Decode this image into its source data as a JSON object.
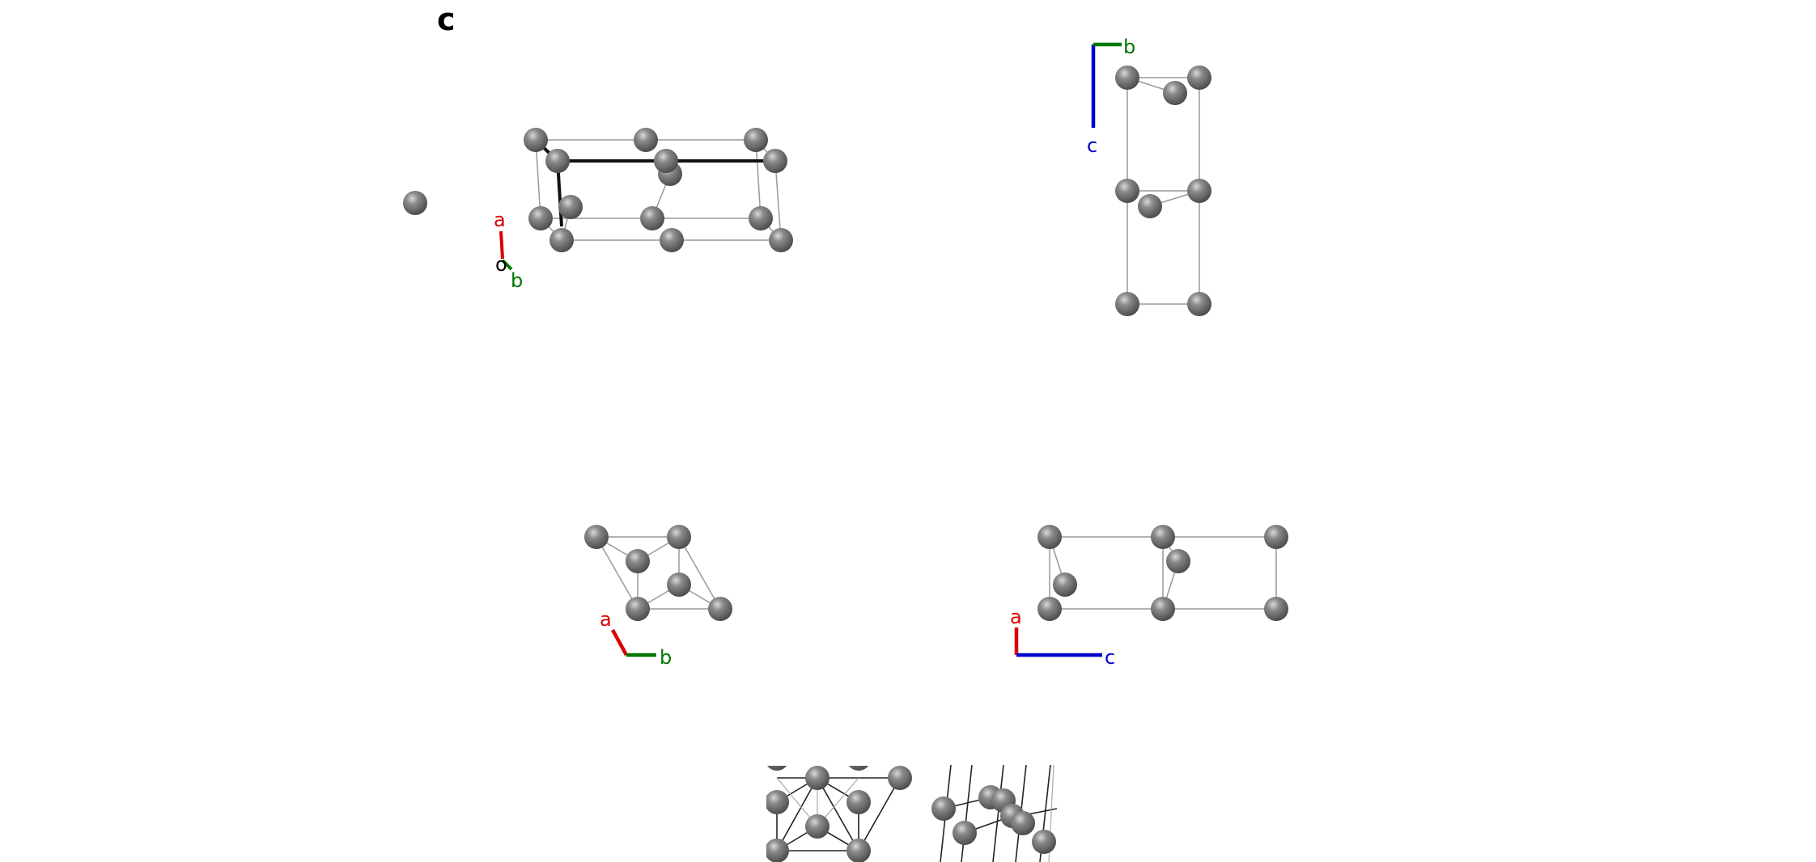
{
  "figure": {
    "panel_label": "c",
    "views": [
      {
        "name": "perspective view",
        "axes": [
          "a",
          "b",
          "o"
        ]
      },
      {
        "name": "view along a",
        "axes": [
          "b",
          "c"
        ]
      },
      {
        "name": "view along c",
        "axes": [
          "a",
          "b"
        ]
      },
      {
        "name": "view along b",
        "axes": [
          "a",
          "c"
        ]
      },
      {
        "name": "bottom crops",
        "axes": []
      }
    ],
    "colors": {
      "atom": "#808080",
      "cell_line": "#999999",
      "bond_line": "#111111",
      "axis_a": "#dd0000",
      "axis_b": "#007700",
      "axis_c": "#0000cc",
      "axis_o": "#000000"
    }
  }
}
